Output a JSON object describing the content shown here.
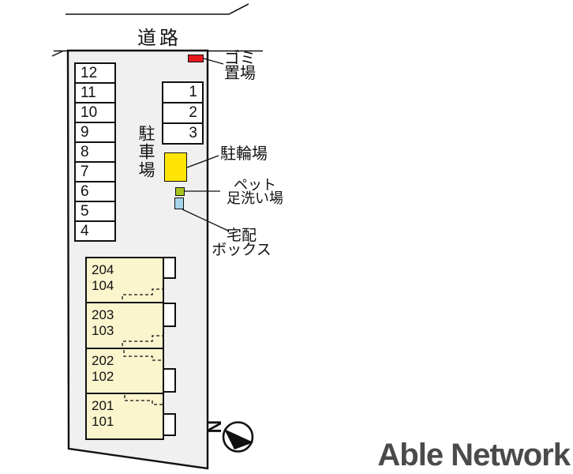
{
  "plan": {
    "road_label": "道路",
    "parking_area_label": "駐車場",
    "left_stalls": [
      "12",
      "11",
      "10",
      "9",
      "8",
      "7",
      "6",
      "5",
      "4"
    ],
    "right_stalls": [
      "1",
      "2",
      "3"
    ],
    "garbage_label": {
      "line1": "ゴミ",
      "line2": "置場"
    },
    "bicycle_label": "駐輪場",
    "pet_wash_label": {
      "line1": "ペット",
      "line2": "足洗い場"
    },
    "delivery_box_label": {
      "line1": "宅配",
      "line2": "ボックス"
    },
    "units": [
      {
        "upper": "204",
        "lower": "104"
      },
      {
        "upper": "203",
        "lower": "103"
      },
      {
        "upper": "202",
        "lower": "102"
      },
      {
        "upper": "201",
        "lower": "101"
      }
    ],
    "compass_north_label": "N",
    "brand": "Able Network",
    "colors": {
      "garbage_red": "#e6191d",
      "bicycle_yellow": "#ffe503",
      "pet_green": "#a6c41e",
      "delivery_blue": "#a5d4e8",
      "building_fill": "#faf5cd",
      "site_fill": "#f0f0f0",
      "line_color": "#111111",
      "brand_gray": "#4a4a4d"
    }
  }
}
